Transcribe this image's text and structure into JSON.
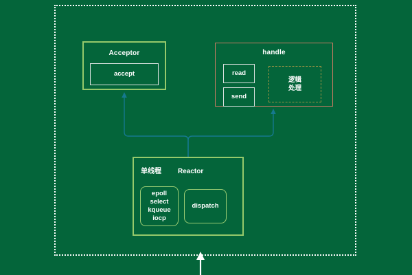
{
  "diagram": {
    "title": "Single-threaded Reactor pattern diagram",
    "background_color": "#04653a",
    "boundary": {
      "name": "system-boundary",
      "style": "dotted",
      "color": "#ffffff"
    },
    "blocks": {
      "acceptor": {
        "title": "Acceptor",
        "border_color": "#96c96b",
        "children": [
          {
            "label": "accept",
            "border_color": "#dfe6e3"
          }
        ]
      },
      "handle": {
        "title": "handle",
        "border_color": "#c77b62",
        "children": [
          {
            "label": "read",
            "border_color": "#d8e0dd"
          },
          {
            "label": "send",
            "border_color": "#d8e0dd"
          },
          {
            "label": "逻辑\n处理",
            "label_line1": "逻辑",
            "label_line2": "处理",
            "border_color": "#9c9444",
            "style": "dashed"
          }
        ]
      },
      "reactor": {
        "title_zh": "单线程",
        "title_en": "Reactor",
        "border_color": "#96c96b",
        "children": [
          {
            "label_lines": [
              "epoll",
              "select",
              "kqueue",
              "iocp"
            ],
            "border_color": "#9ccd74"
          },
          {
            "label": "dispatch",
            "border_color": "#9ccd74"
          }
        ]
      }
    },
    "connectors": {
      "color": "#16798f",
      "description": "Reactor dispatches upward to Acceptor and to handle",
      "edges": [
        {
          "from": "reactor",
          "to": "acceptor"
        },
        {
          "from": "reactor",
          "to": "handle"
        }
      ]
    },
    "external_arrow": {
      "name": "incoming-request-arrow",
      "color": "#ffffff",
      "direction": "up"
    }
  }
}
